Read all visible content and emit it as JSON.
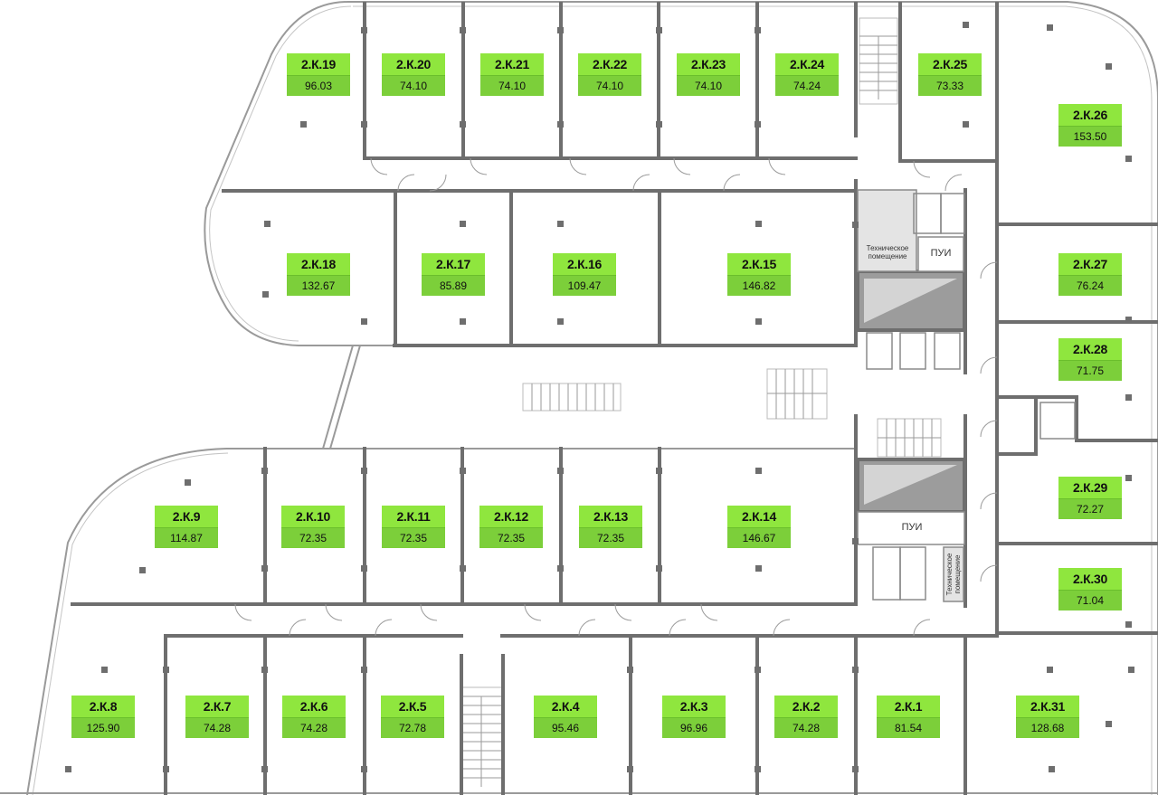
{
  "units": [
    {
      "id": "2.К.19",
      "area": "96.03"
    },
    {
      "id": "2.К.20",
      "area": "74.10"
    },
    {
      "id": "2.К.21",
      "area": "74.10"
    },
    {
      "id": "2.К.22",
      "area": "74.10"
    },
    {
      "id": "2.К.23",
      "area": "74.10"
    },
    {
      "id": "2.К.24",
      "area": "74.24"
    },
    {
      "id": "2.К.25",
      "area": "73.33"
    },
    {
      "id": "2.К.26",
      "area": "153.50"
    },
    {
      "id": "2.К.18",
      "area": "132.67"
    },
    {
      "id": "2.К.17",
      "area": "85.89"
    },
    {
      "id": "2.К.16",
      "area": "109.47"
    },
    {
      "id": "2.К.15",
      "area": "146.82"
    },
    {
      "id": "2.К.27",
      "area": "76.24"
    },
    {
      "id": "2.К.28",
      "area": "71.75"
    },
    {
      "id": "2.К.29",
      "area": "72.27"
    },
    {
      "id": "2.К.30",
      "area": "71.04"
    },
    {
      "id": "2.К.9",
      "area": "114.87"
    },
    {
      "id": "2.К.10",
      "area": "72.35"
    },
    {
      "id": "2.К.11",
      "area": "72.35"
    },
    {
      "id": "2.К.12",
      "area": "72.35"
    },
    {
      "id": "2.К.13",
      "area": "72.35"
    },
    {
      "id": "2.К.14",
      "area": "146.67"
    },
    {
      "id": "2.К.8",
      "area": "125.90"
    },
    {
      "id": "2.К.7",
      "area": "74.28"
    },
    {
      "id": "2.К.6",
      "area": "74.28"
    },
    {
      "id": "2.К.5",
      "area": "72.78"
    },
    {
      "id": "2.К.4",
      "area": "95.46"
    },
    {
      "id": "2.К.3",
      "area": "96.96"
    },
    {
      "id": "2.К.2",
      "area": "74.28"
    },
    {
      "id": "2.К.1",
      "area": "81.54"
    },
    {
      "id": "2.К.31",
      "area": "128.68"
    }
  ],
  "service_labels": {
    "tech_room_top_line1": "Техническое",
    "tech_room_top_line2": "помещение",
    "pui_top": "ПУИ",
    "pui_bottom": "ПУИ",
    "tech_room_bottom_line1": "Техническое",
    "tech_room_bottom_line2": "помещение"
  },
  "colors": {
    "unit_label_top": "#8fe63e",
    "unit_label_bottom": "#7ccf3a",
    "walls": "#6e6e6e",
    "shaft_fill": "#9c9c9c"
  }
}
